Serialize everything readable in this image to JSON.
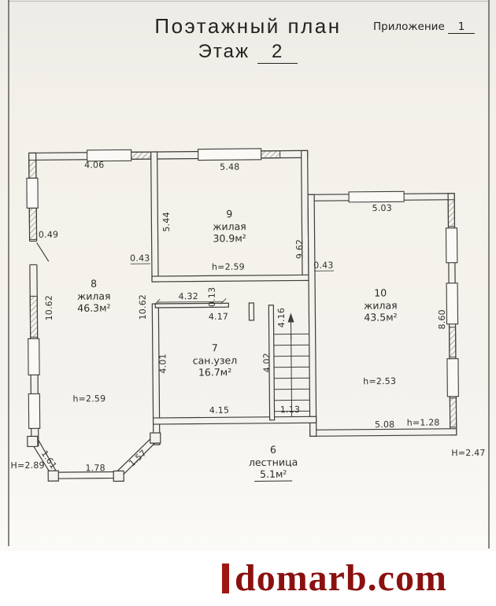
{
  "colors": {
    "ink": "#3d3c39",
    "paper": "#f3f1ea",
    "watermark_red": "#8a1110"
  },
  "header": {
    "title": "Поэтажный план",
    "floor_label": "Этаж",
    "floor_value": "2",
    "appendix_label": "Приложение",
    "appendix_value": "1"
  },
  "plan": {
    "rooms": {
      "room8": {
        "number": "8",
        "type": "жилая",
        "area": "46.3м²",
        "height": "h=2.59"
      },
      "room9": {
        "number": "9",
        "type": "жилая",
        "area": "30.9м²",
        "height": "h=2.59"
      },
      "room7": {
        "number": "7",
        "type": "сан.узел",
        "area": "16.7м²"
      },
      "room10": {
        "number": "10",
        "type": "жилая",
        "area": "43.5м²",
        "height": "h=2.53"
      },
      "room6": {
        "number": "6",
        "type": "лестница",
        "area": "5.1м²"
      }
    },
    "dims": {
      "top_left": "4.06",
      "top_center": "5.48",
      "left_door": "0.49",
      "room9_left": "5.44",
      "room9_right": "9.62",
      "wall_left_043": "0.43",
      "wall_right_043": "0.43",
      "room10_top": "5.03",
      "room8_left_height": "10.62",
      "room8_right_height": "10.62",
      "partition_length": "4.32",
      "partition_thickness": "0.13",
      "room7_top": "4.17",
      "stairs_width": "4.16",
      "room7_left": "4.01",
      "room7_right": "4.02",
      "room7_bottom": "4.15",
      "stairs_bottom": "1.13",
      "room10_right": "8.60",
      "room10_bottom": "5.08",
      "room10_bottom_height": "h=1.28",
      "bay_left": "1.61",
      "bay_bottom": "1.78",
      "bay_right": "1.57",
      "building_height_left": "Н=2.89",
      "building_height_right": "Н=2.47"
    }
  },
  "watermark": {
    "text": "domarb.com"
  }
}
